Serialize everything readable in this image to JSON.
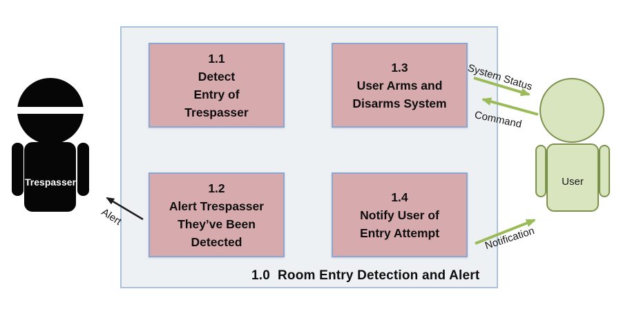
{
  "boundary": {
    "title": "1.0  Room Entry Detection and Alert"
  },
  "processes": {
    "p11": {
      "text": "1.1\nDetect\nEntry of\nTrespasser"
    },
    "p13": {
      "text": "1.3\nUser Arms and\nDisarms System"
    },
    "p12": {
      "text": "1.2\nAlert Trespasser\nThey’ve Been\nDetected"
    },
    "p14": {
      "text": "1.4\nNotify User of\nEntry Attempt"
    }
  },
  "entities": {
    "trespasser": {
      "label": "Trespasser"
    },
    "user": {
      "label": "User"
    }
  },
  "flows": {
    "system_status": {
      "label": "System Status",
      "from": "1.3",
      "to": "User"
    },
    "command": {
      "label": "Command",
      "from": "User",
      "to": "1.3"
    },
    "notification": {
      "label": "Notification",
      "from": "1.4",
      "to": "User"
    },
    "alert": {
      "label": "Alert",
      "from": "1.2",
      "to": "Trespasser"
    }
  },
  "colors": {
    "process_fill": "#d7aaad",
    "process_border": "#8ca6d0",
    "boundary_fill": "#edf1f4",
    "boundary_border": "#a9c3dd",
    "user_fill": "#d9e5bf",
    "user_border": "#7b914a",
    "flow_green": "#9bbb59",
    "flow_black": "#1c1c1c",
    "trespasser_black": "#060606"
  }
}
